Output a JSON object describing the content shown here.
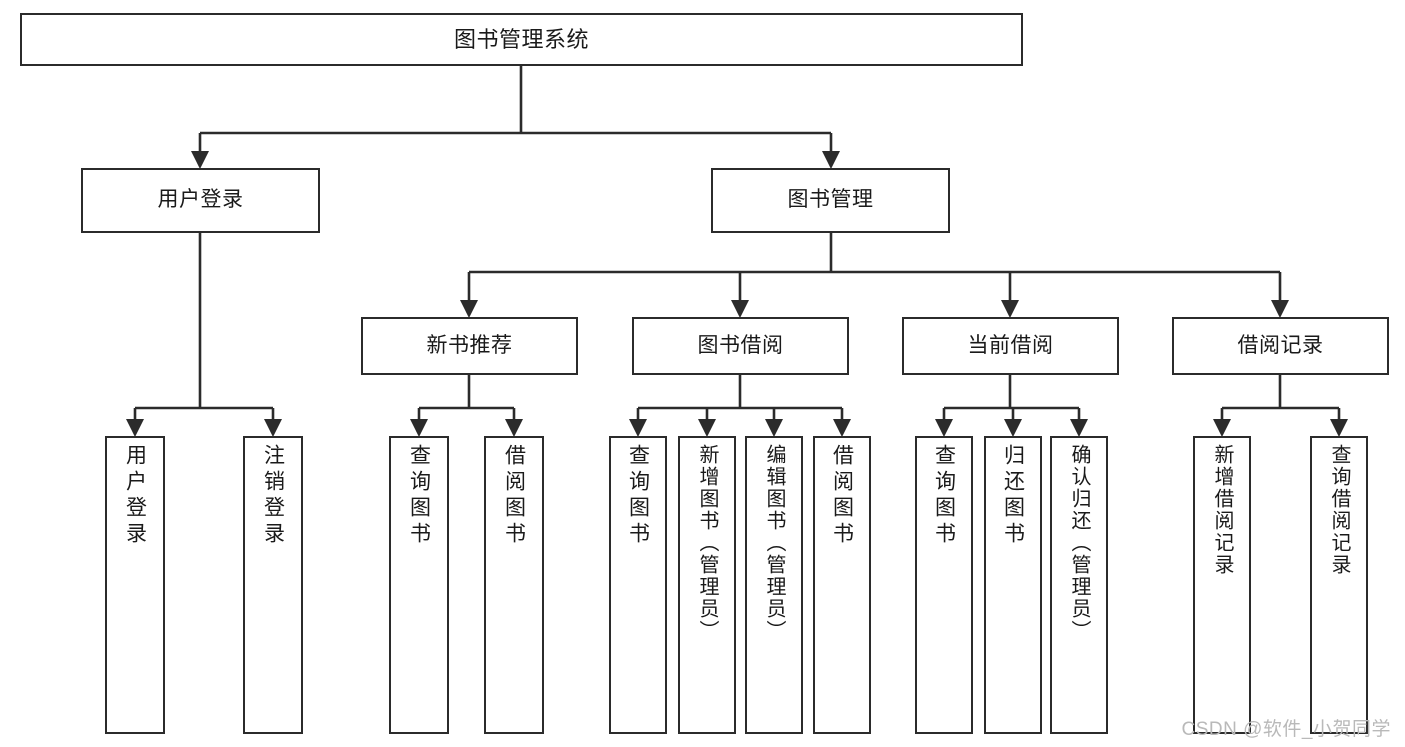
{
  "diagram": {
    "title": "图书管理系统",
    "type": "tree-structure-chart",
    "line_color": "#2b2b2b",
    "box_fill": "#ffffff",
    "text_color": "#1a1a1a",
    "watermark": "CSDN @软件_小贺同学"
  },
  "nodes": {
    "root": {
      "label": "图书管理系统"
    },
    "level2": [
      {
        "id": "user-login",
        "label": "用户登录"
      },
      {
        "id": "book-management",
        "label": "图书管理"
      }
    ],
    "level3": [
      {
        "id": "new-book-recommend",
        "label": "新书推荐"
      },
      {
        "id": "book-borrow",
        "label": "图书借阅"
      },
      {
        "id": "current-borrow",
        "label": "当前借阅"
      },
      {
        "id": "borrow-record",
        "label": "借阅记录"
      }
    ],
    "leaves": {
      "user_login": [
        {
          "id": "leaf-user-login",
          "label": "用户登录"
        },
        {
          "id": "leaf-logout",
          "label": "注销登录"
        }
      ],
      "new_book_recommend": [
        {
          "id": "leaf-query-book-1",
          "label": "查询图书"
        },
        {
          "id": "leaf-borrow-book-1",
          "label": "借阅图书"
        }
      ],
      "book_borrow": [
        {
          "id": "leaf-query-book-2",
          "label": "查询图书"
        },
        {
          "id": "leaf-add-book",
          "label": "新增图书（管理员）"
        },
        {
          "id": "leaf-edit-book",
          "label": "编辑图书（管理员）"
        },
        {
          "id": "leaf-borrow-book-2",
          "label": "借阅图书"
        }
      ],
      "current_borrow": [
        {
          "id": "leaf-query-book-3",
          "label": "查询图书"
        },
        {
          "id": "leaf-return-book",
          "label": "归还图书"
        },
        {
          "id": "leaf-confirm-return",
          "label": "确认归还（管理员）"
        }
      ],
      "borrow_record": [
        {
          "id": "leaf-add-record",
          "label": "新增借阅记录"
        },
        {
          "id": "leaf-query-record",
          "label": "查询借阅记录"
        }
      ]
    }
  }
}
